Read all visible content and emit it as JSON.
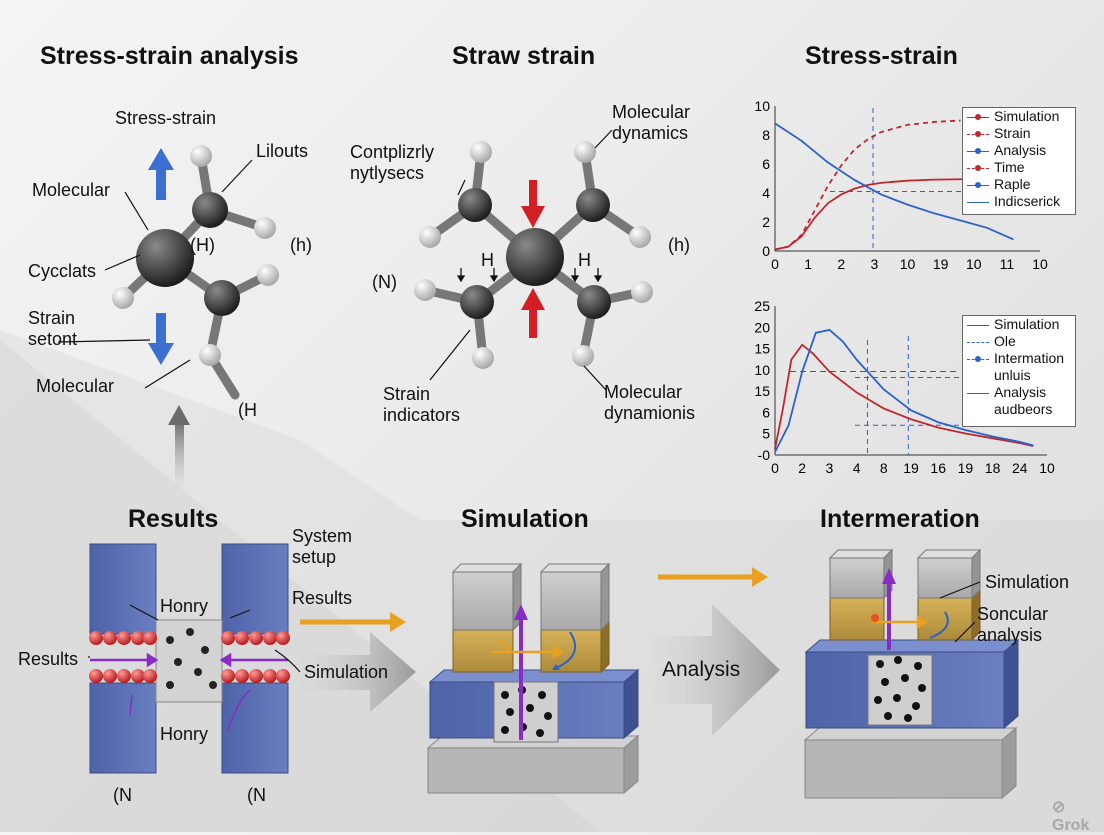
{
  "titles": {
    "stress_strain_analysis": "Stress-strain analysis",
    "straw_strain": "Straw strain",
    "stress_strain": "Stress-strain",
    "results": "Results",
    "simulation": "Simulation",
    "intermeration": "Intermeration"
  },
  "molecule1": {
    "top": "Stress-strain",
    "lilouts": "Lilouts",
    "molecular_upper": "Molecular",
    "h_center": "(H)",
    "h_right": "(h)",
    "cycclats": "Cycclats",
    "strain_setont": "Strain\nsetont",
    "molecular_lower": "Molecular",
    "h_bottom": "(H"
  },
  "molecule2": {
    "contplizrly": "Contplizrly\nnytlysecs",
    "molecular_dynamics": "Molecular\ndynamics",
    "n_left": "(N)",
    "h_left": "H",
    "h_right_atom": "H",
    "h_right": "(h)",
    "strain_indicators": "Strain\nindicators",
    "molecular_dynamionis": "Molecular\ndynamionis"
  },
  "chart1_legend": [
    "Simulation",
    "Strain",
    "Analysis",
    "Time",
    "Raple",
    "Indicserick"
  ],
  "chart2_legend": [
    "Simulation",
    "Ole",
    "Intermation\nunluis",
    "Analysis\naudbeors"
  ],
  "results_panel": {
    "system_setup": "System\nsetup",
    "honry_top": "Honry",
    "results_right": "Results",
    "results_left": "Results",
    "simulation": "Simulation",
    "honry_bottom": "Honry",
    "n_left": "(N",
    "n_right": "(N"
  },
  "mid_panel": {
    "analysis": "Analysis"
  },
  "right_panel": {
    "simulation": "Simulation",
    "soncular": "Soncular\nanalysis"
  },
  "watermark": "Grok",
  "colors": {
    "blue_block": "#5a6fb0",
    "gold_block": "#c8a24c",
    "gray_block": "#b8b8b8",
    "red_line": "#c0282d",
    "blue_line": "#2b62c8",
    "orange_arrow": "#e8a020",
    "purple_arrow": "#8a2bc8"
  },
  "chart_data": [
    {
      "type": "line",
      "x_tick_labels": [
        "0",
        "1",
        "2",
        "3",
        "10",
        "19",
        "10",
        "11",
        "10"
      ],
      "y_tick_labels": [
        "0",
        "2",
        "4",
        "6",
        "8",
        "10"
      ],
      "ylim": [
        0,
        10
      ],
      "series": [
        {
          "name": "Simulation",
          "x": [
            0,
            0.5,
            1,
            1.5,
            2,
            2.5,
            3,
            3.5,
            4,
            5,
            6,
            7,
            8
          ],
          "values": [
            0.1,
            0.3,
            1,
            2.3,
            3.3,
            3.9,
            4.3,
            4.55,
            4.7,
            4.85,
            4.92,
            4.95,
            4.95
          ]
        },
        {
          "name": "Strain",
          "x": [
            0,
            0.5,
            1,
            1.5,
            2,
            2.5,
            3,
            3.5,
            4,
            5,
            6,
            7
          ],
          "values": [
            0.1,
            0.3,
            1.1,
            2.8,
            4.5,
            5.9,
            7,
            7.7,
            8.2,
            8.7,
            8.9,
            9
          ]
        },
        {
          "name": "Analysis",
          "x": [
            0,
            1,
            2,
            3,
            4,
            5,
            6,
            7,
            8,
            9
          ],
          "values": [
            8.8,
            7.6,
            6.1,
            4.9,
            3.9,
            3.2,
            2.6,
            2.1,
            1.6,
            0.8
          ]
        }
      ],
      "reference_lines": {
        "vertical_x": 3.7,
        "horizontal_y": 4.1
      }
    },
    {
      "type": "line",
      "x_tick_labels": [
        "0",
        "2",
        "3",
        "4",
        "8",
        "19",
        "16",
        "19",
        "18",
        "24",
        "10"
      ],
      "y_tick_labels": [
        "-0",
        "5",
        "6",
        "15",
        "10",
        "15",
        "20",
        "25"
      ],
      "ylim": [
        0,
        25
      ],
      "series": [
        {
          "name": "Simulation",
          "x": [
            0,
            0.3,
            0.6,
            1,
            1.4,
            2,
            3,
            4,
            5,
            6,
            7,
            8,
            9,
            9.5
          ],
          "values": [
            1,
            8,
            16,
            18.5,
            17,
            14,
            10.5,
            7.8,
            6,
            4.6,
            3.6,
            2.8,
            2,
            1.5
          ]
        },
        {
          "name": "Analysis",
          "x": [
            0,
            0.5,
            1,
            1.5,
            2,
            2.5,
            3,
            4,
            5,
            6,
            7,
            8,
            9,
            9.5
          ],
          "values": [
            0.5,
            5,
            14,
            20.5,
            21,
            19,
            16,
            11,
            7.5,
            5.5,
            4.2,
            3.1,
            2.2,
            1.6
          ]
        }
      ],
      "reference_lines": {
        "vertical_x": [
          3.4,
          4.9
        ],
        "horizontal_y": [
          14,
          13,
          5
        ]
      }
    }
  ]
}
